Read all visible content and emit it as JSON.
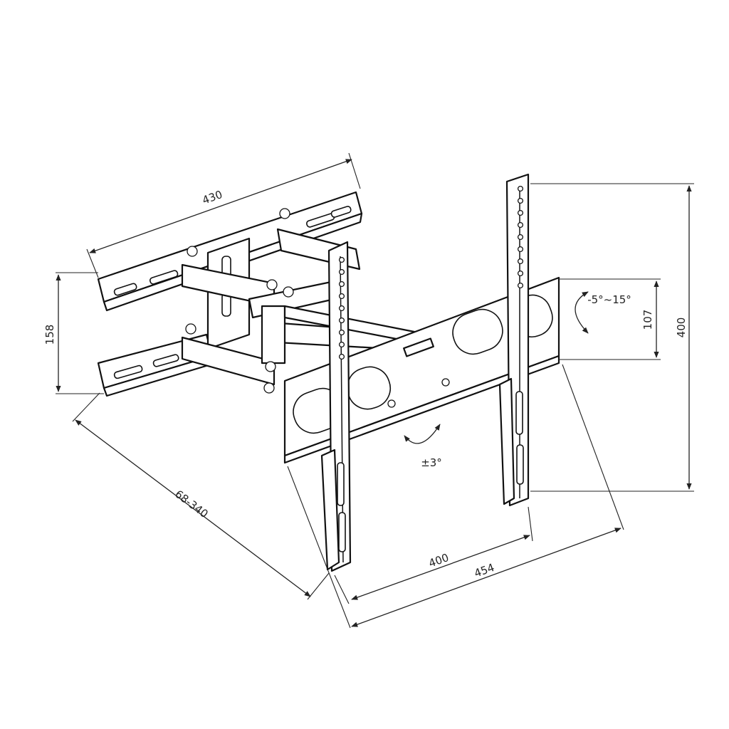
{
  "dimensions": {
    "wall_plate_width": "430",
    "wall_plate_height": "158",
    "arm_extension": "68-340",
    "tilt_range": "-5°~15°",
    "rail_gap": "107",
    "vertical_vesa": "400",
    "horizontal_vesa": "400",
    "rail_span": "454",
    "swivel_level": "±3°"
  }
}
